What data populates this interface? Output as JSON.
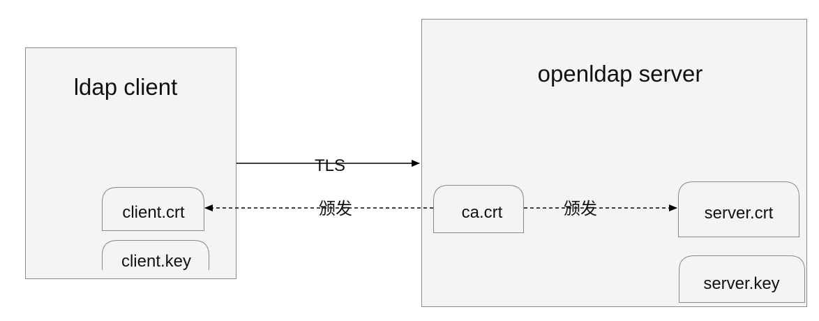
{
  "diagram": {
    "client_box": {
      "title": "ldap client"
    },
    "server_box": {
      "title": "openldap server"
    },
    "files": {
      "client_crt": "client.crt",
      "client_key": "client.key",
      "ca_crt": "ca.crt",
      "server_crt": "server.crt",
      "server_key": "server.key"
    },
    "edges": {
      "tls": "TLS",
      "issue_to_client": "颁发",
      "issue_to_server": "颁发"
    }
  }
}
